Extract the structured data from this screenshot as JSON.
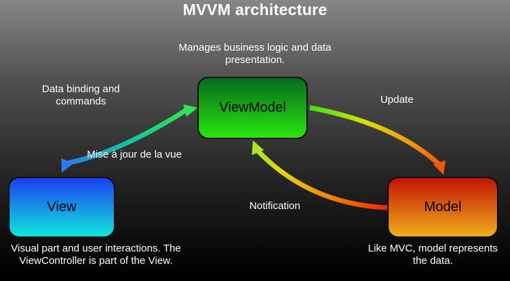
{
  "title": "MVVM architecture",
  "nodes": {
    "viewmodel": {
      "label": "ViewModel",
      "caption": "Manages business logic and data presentation."
    },
    "view": {
      "label": "View",
      "caption": "Visual part and user interactions. The ViewController is part of the View."
    },
    "model": {
      "label": "Model",
      "caption": "Like MVC, model represents the data."
    }
  },
  "edges": {
    "view_viewmodel": {
      "label_top": "Data binding and commands",
      "label_bottom": "Mise à jour de la vue",
      "direction": "bidirectional"
    },
    "viewmodel_model": {
      "label": "Update",
      "direction": "viewmodel-to-model"
    },
    "model_viewmodel": {
      "label": "Notification",
      "direction": "model-to-viewmodel"
    }
  },
  "colors": {
    "background_top": "#868686",
    "background_bottom": "#000000",
    "viewmodel_gradient_top": "#076a1e",
    "viewmodel_gradient_bottom": "#27e70c",
    "view_gradient_top": "#1c3ff2",
    "view_gradient_bottom": "#10e7d9",
    "model_gradient_top": "#c11405",
    "model_gradient_bottom": "#f0ae1a",
    "arrow_blue": "#2b7cf0",
    "arrow_teal": "#0fc5a0",
    "arrow_green": "#2ee64e",
    "arrow_yellow": "#d8de06",
    "arrow_orange": "#f1570a",
    "arrow_red": "#ee2505",
    "arrow_yellow_green": "#b2e51e",
    "text_light": "#ffffff",
    "text_dark": "#000000"
  }
}
